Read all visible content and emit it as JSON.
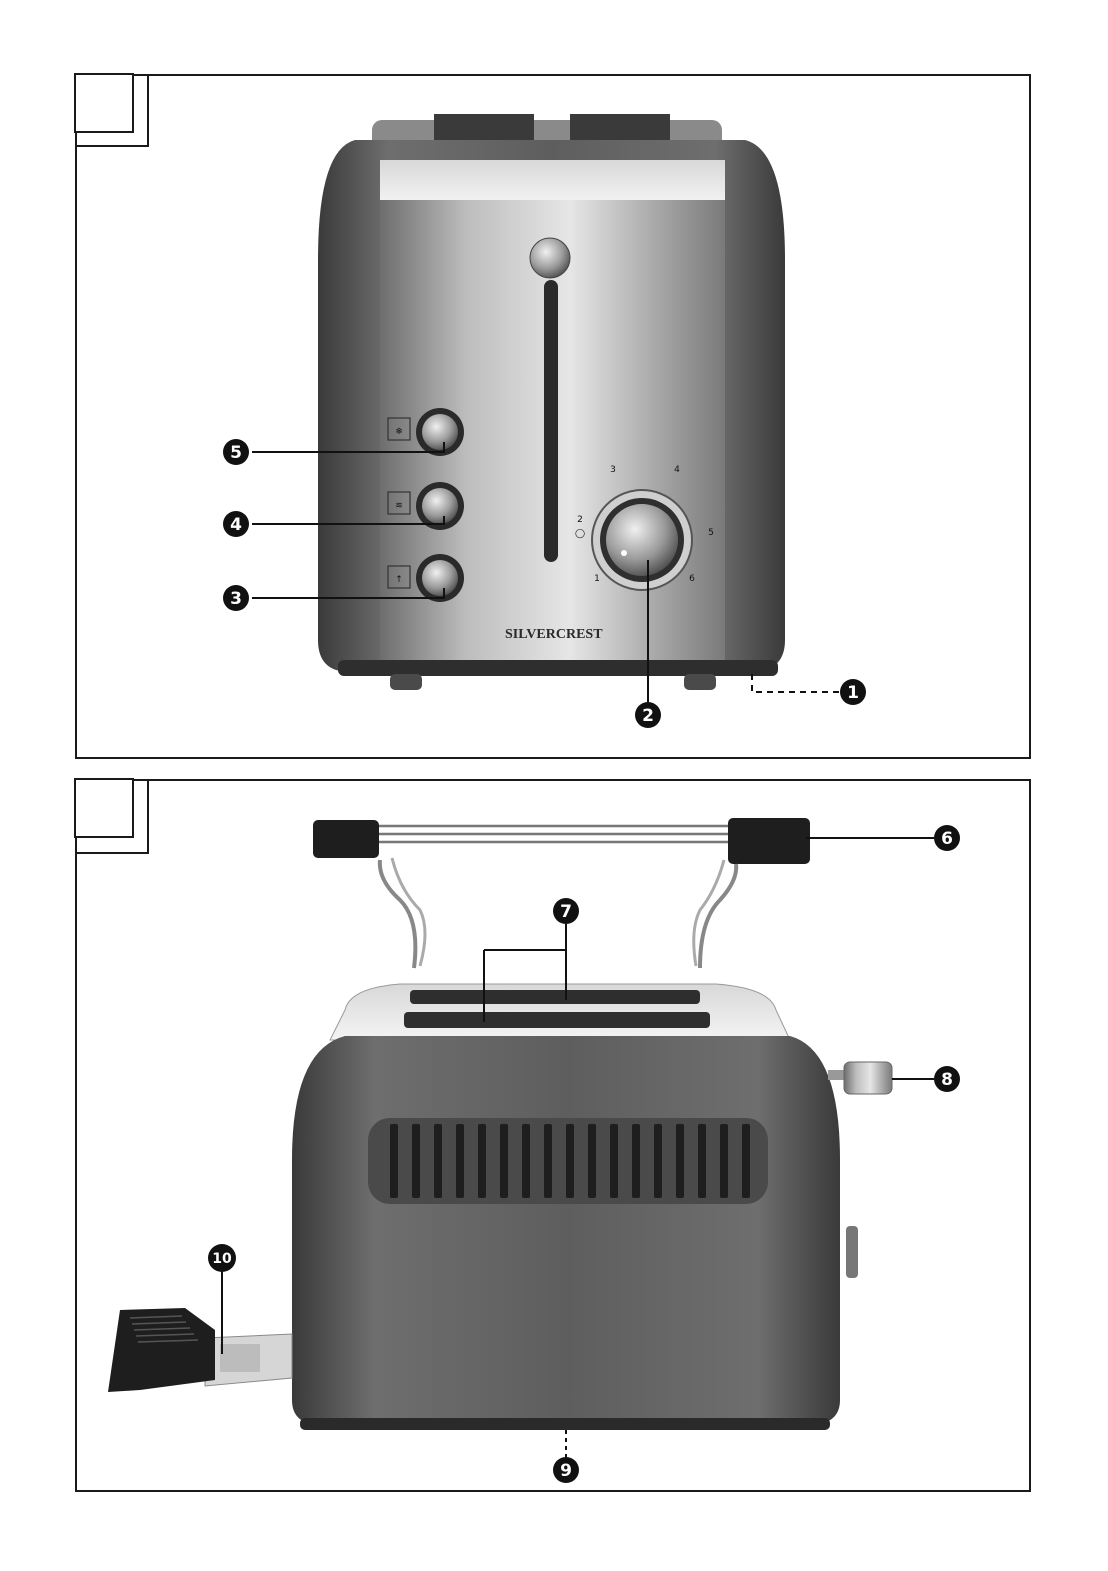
{
  "figure1": {
    "brand_logo": "SILVERCREST",
    "dial_numbers": [
      "1",
      "2",
      "3",
      "4",
      "5",
      "6"
    ],
    "callouts": [
      "1",
      "2",
      "3",
      "4",
      "5"
    ]
  },
  "figure2": {
    "callouts": [
      "6",
      "7",
      "8",
      "9",
      "10"
    ]
  }
}
